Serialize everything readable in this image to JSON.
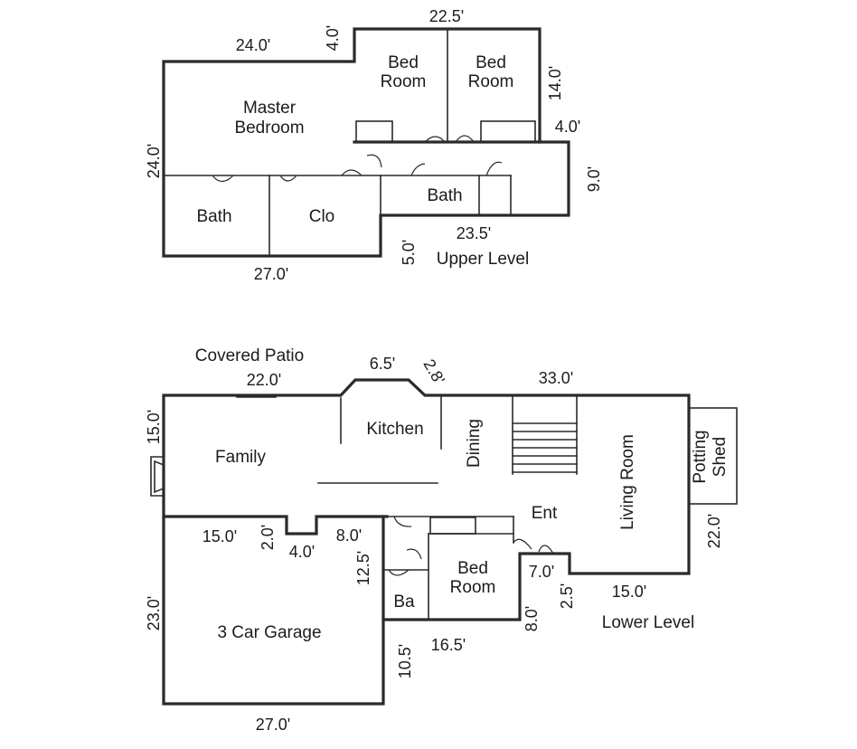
{
  "upper": {
    "rooms": {
      "master_line1": "Master",
      "master_line2": "Bedroom",
      "bed1_line1": "Bed",
      "bed1_line2": "Room",
      "bed2_line1": "Bed",
      "bed2_line2": "Room",
      "bath_left": "Bath",
      "closet": "Clo",
      "bath_right": "Bath"
    },
    "dims": {
      "top_left": "24.0'",
      "step": "4.0'",
      "top_right": "22.5'",
      "bedroom_depth": "14.0'",
      "right_step": "4.0'",
      "right_side": "9.0'",
      "left_side": "24.0'",
      "bottom_right": "23.5'",
      "bottom_left": "27.0'",
      "notch": "5.0'"
    },
    "level_label": "Upper Level"
  },
  "lower": {
    "rooms": {
      "patio": "Covered Patio",
      "kitchen": "Kitchen",
      "dining": "Dining",
      "family": "Family",
      "entry": "Ent",
      "living": "Living Room",
      "shed_line1": "Potting",
      "shed_line2": "Shed",
      "bed_line1": "Bed",
      "bed_line2": "Room",
      "bath": "Ba",
      "garage": "3 Car Garage"
    },
    "dims": {
      "patio_width": "22.0'",
      "bay": "6.5'",
      "bay_side": "2.8'",
      "top_right": "33.0'",
      "left_top": "15.0'",
      "garage_top": "15.0'",
      "jog_vertical": "2.0'",
      "jog_width": "4.0'",
      "hall": "8.0'",
      "hall_depth": "12.5'",
      "garage_side": "23.0'",
      "garage_bottom": "27.0'",
      "bath_depth": "10.5'",
      "bed_width": "16.5'",
      "entry_width": "7.0'",
      "entry_depth": "8.0'",
      "entry_step": "2.5'",
      "living_bottom": "15.0'",
      "living_side": "22.0'"
    },
    "level_label": "Lower Level"
  }
}
